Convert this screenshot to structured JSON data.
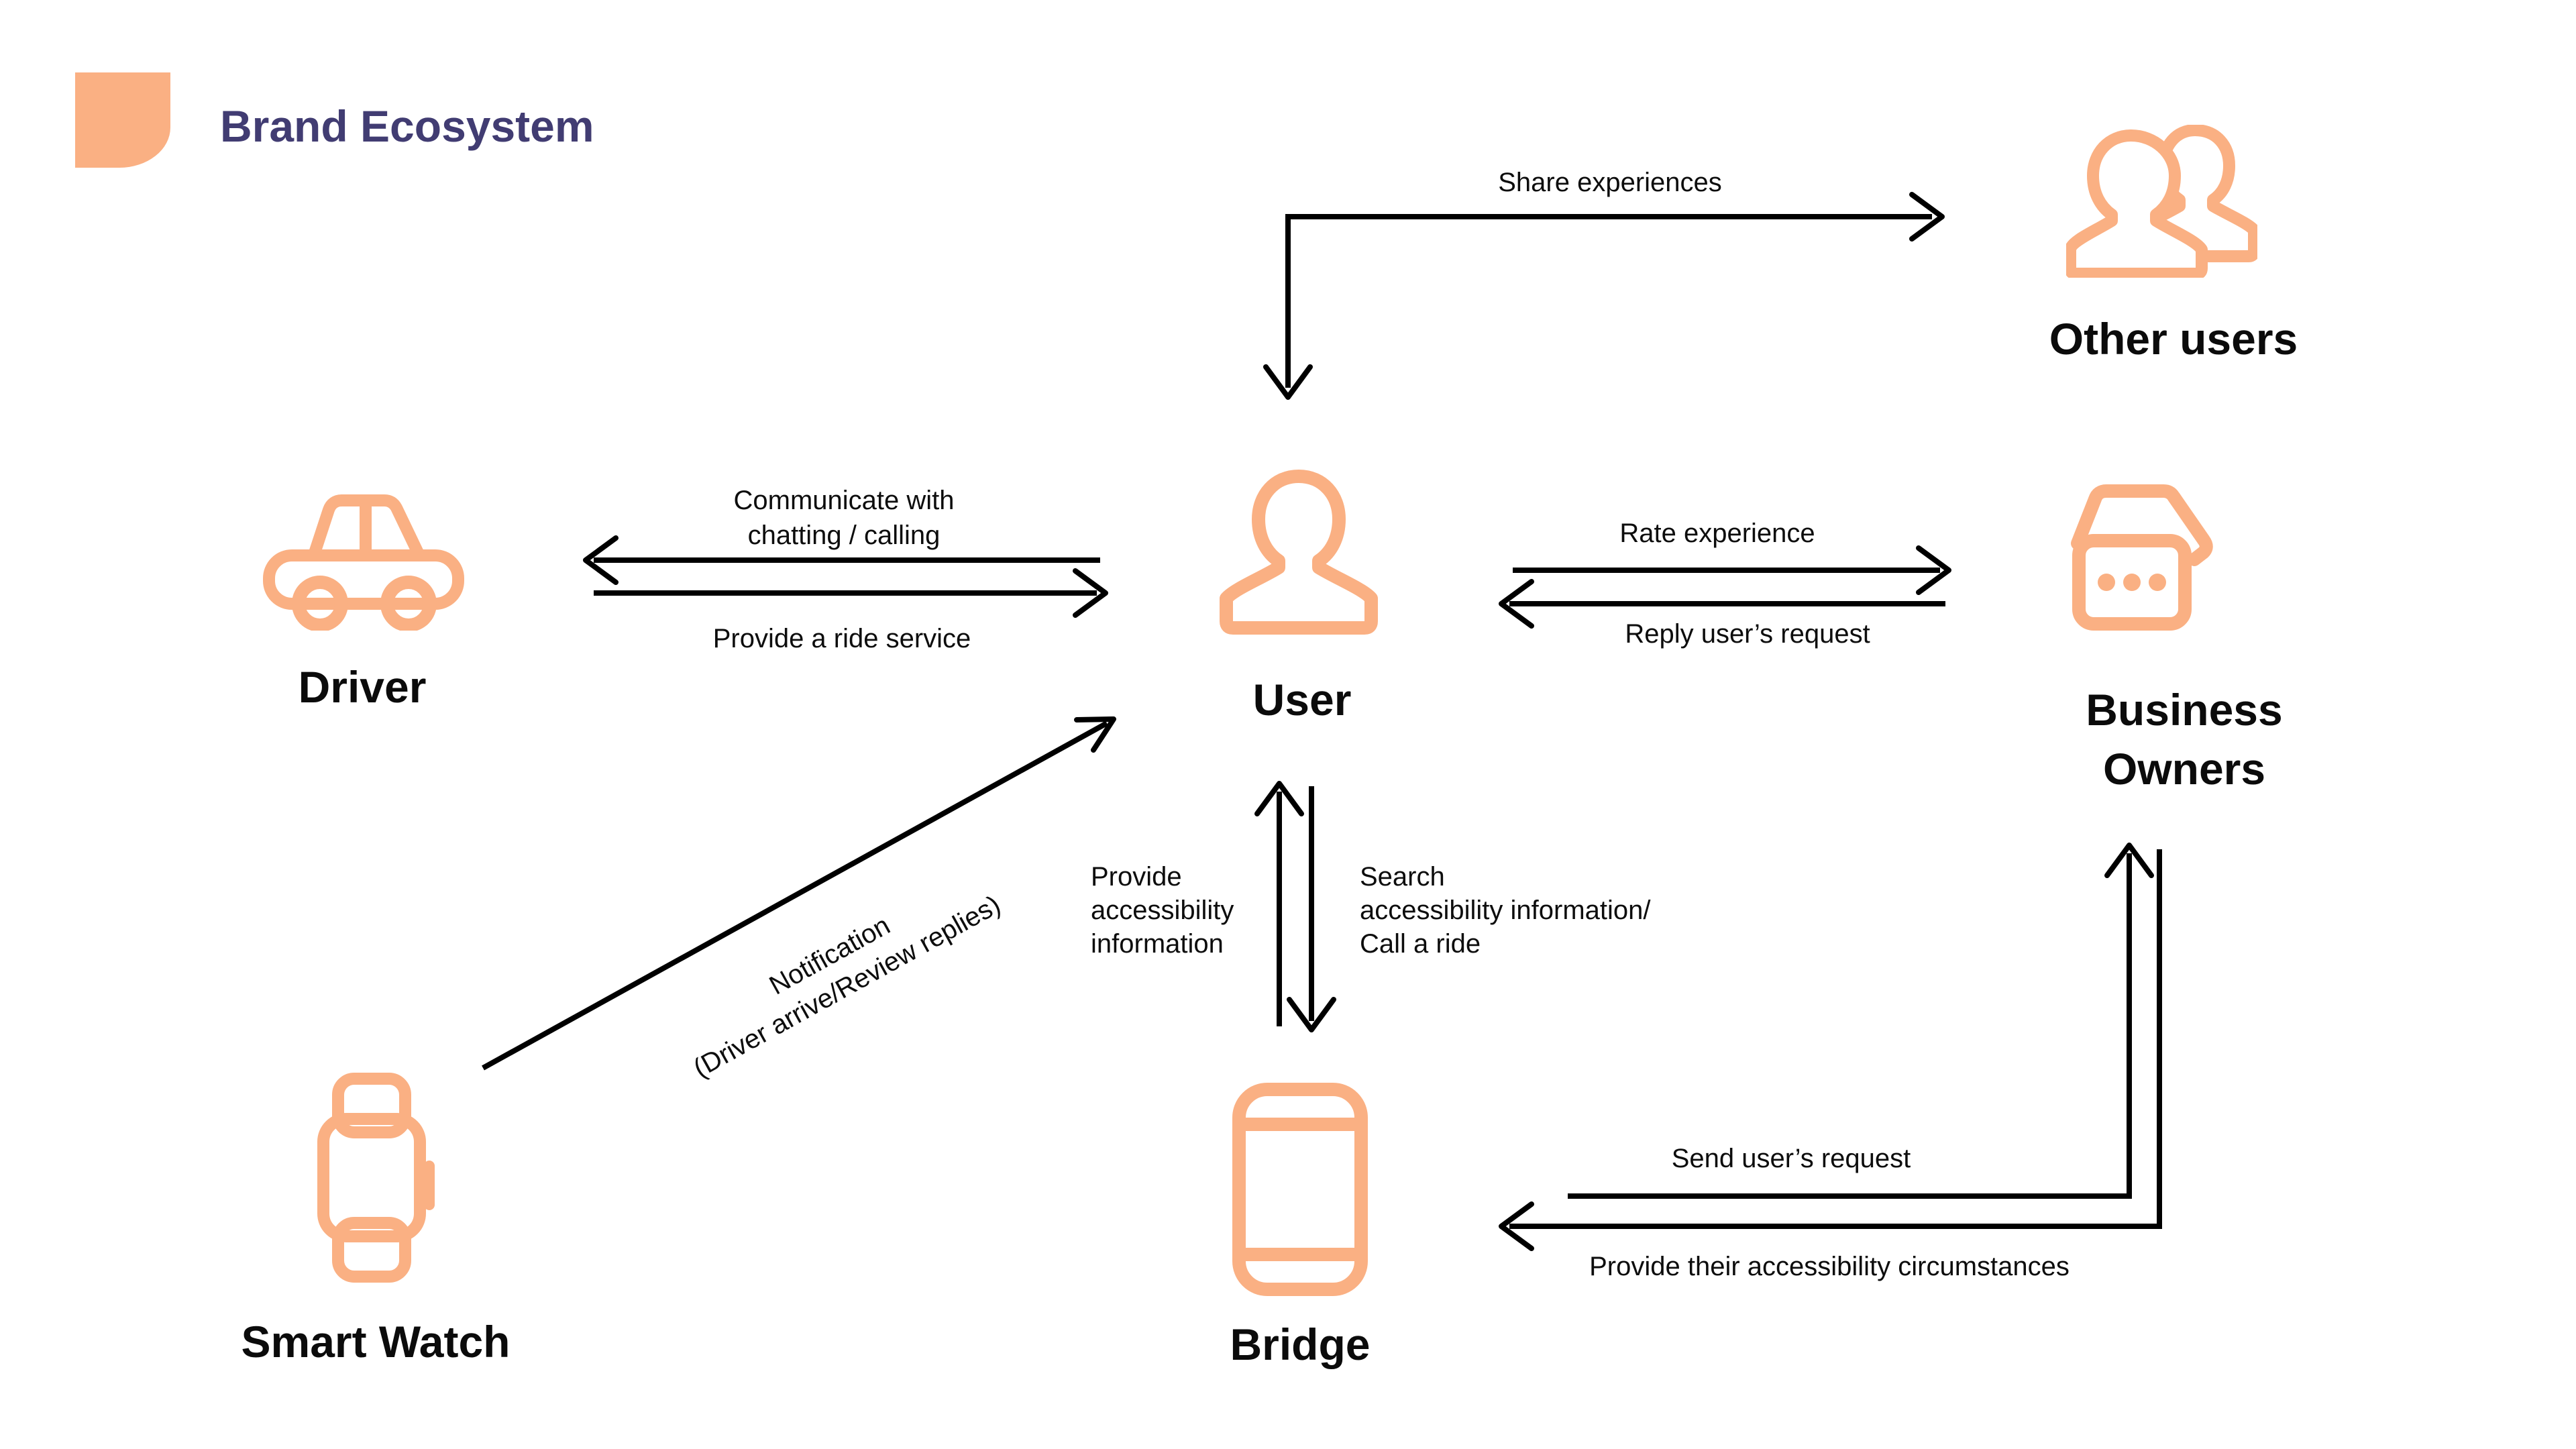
{
  "header": {
    "title": "Brand Ecosystem"
  },
  "colors": {
    "accent_orange": "#FAB083",
    "title_purple": "#413C72",
    "ink_black": "#000000",
    "background": "#FFFFFF"
  },
  "entities": {
    "driver": {
      "label": "Driver",
      "icon": "car-icon"
    },
    "user": {
      "label": "User",
      "icon": "person-icon"
    },
    "other_users": {
      "label": "Other users",
      "icon": "people-icon"
    },
    "business_owners": {
      "label_lines": [
        "Business",
        "Owners"
      ],
      "icon": "storefront-icon"
    },
    "smart_watch": {
      "label": "Smart Watch",
      "icon": "smartwatch-icon"
    },
    "bridge": {
      "label": "Bridge",
      "icon": "smartphone-icon"
    }
  },
  "flows": {
    "share_experiences": {
      "from": "User",
      "to": "Other users",
      "label": "Share experiences"
    },
    "communicate": {
      "from": "User",
      "to": "Driver",
      "label_lines": [
        "Communicate with",
        "chatting / calling"
      ]
    },
    "provide_ride": {
      "from": "Driver",
      "to": "User",
      "label": "Provide a ride service"
    },
    "rate_experience": {
      "from": "User",
      "to": "Business Owners",
      "label": "Rate experience"
    },
    "reply_request": {
      "from": "Business Owners",
      "to": "User",
      "label": "Reply user’s request"
    },
    "notification": {
      "from": "Smart Watch",
      "to": "User",
      "label_lines": [
        "Notification",
        "(Driver arrive/Review replies)"
      ]
    },
    "provide_accessibility": {
      "from": "Bridge",
      "to": "User",
      "label_lines": [
        "Provide",
        "accessibility",
        "information"
      ]
    },
    "search_accessibility": {
      "from": "User",
      "to": "Bridge",
      "label_lines": [
        "Search",
        "accessibility information/",
        "Call a ride"
      ]
    },
    "send_request": {
      "from": "Bridge",
      "to": "Business Owners",
      "label": "Send user’s request"
    },
    "provide_circumstances": {
      "from": "Business Owners",
      "to": "Bridge",
      "label": "Provide their accessibility circumstances"
    }
  }
}
